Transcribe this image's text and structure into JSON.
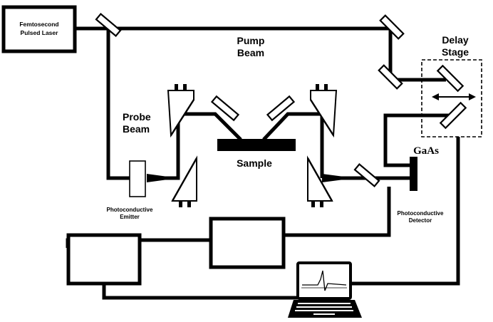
{
  "labels": {
    "laser_line1": "Femtosecond",
    "laser_line2": "Pulsed Laser",
    "pump_line1": "Pump",
    "pump_line2": "Beam",
    "delay_line1": "Delay",
    "delay_line2": "Stage",
    "probe_line1": "Probe",
    "probe_line2": "Beam",
    "sample": "Sample",
    "gaas": "GaAs",
    "emitter_line1": "Photoconductive",
    "emitter_line2": "Emitter",
    "detector_line1": "Photoconductive",
    "detector_line2": "Detector"
  },
  "colors": {
    "ink": "#000000",
    "background": "#ffffff"
  }
}
